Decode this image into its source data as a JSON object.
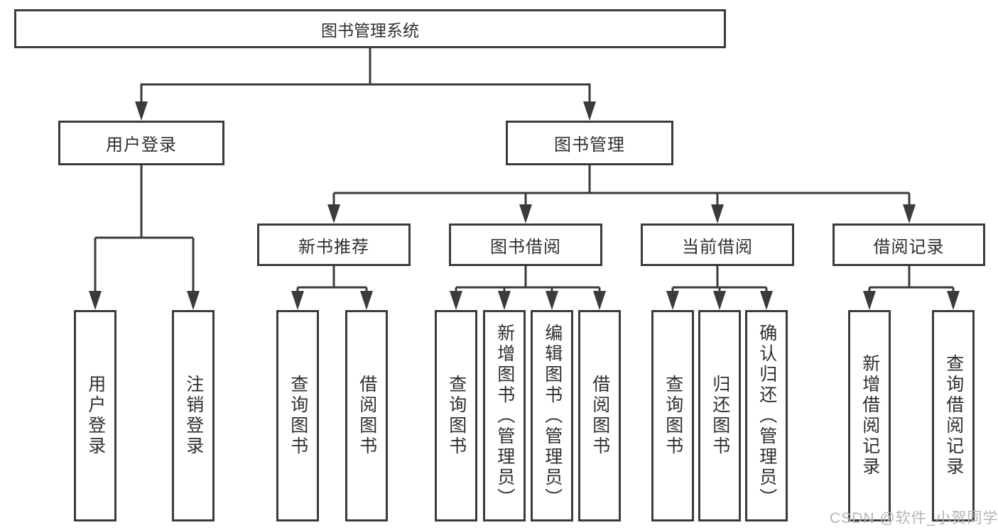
{
  "tree": {
    "root": {
      "label": "图书管理系统",
      "children": [
        {
          "label": "用户登录",
          "children": [
            {
              "label": "用户登录"
            },
            {
              "label": "注销登录"
            }
          ]
        },
        {
          "label": "图书管理",
          "children": [
            {
              "label": "新书推荐",
              "children": [
                {
                  "label": "查询图书"
                },
                {
                  "label": "借阅图书"
                }
              ]
            },
            {
              "label": "图书借阅",
              "children": [
                {
                  "label": "查询图书"
                },
                {
                  "label": "新增图书（管理员）"
                },
                {
                  "label": "编辑图书（管理员）"
                },
                {
                  "label": "借阅图书"
                }
              ]
            },
            {
              "label": "当前借阅",
              "children": [
                {
                  "label": "查询图书"
                },
                {
                  "label": "归还图书"
                },
                {
                  "label": "确认归还（管理员）"
                }
              ]
            },
            {
              "label": "借阅记录",
              "children": [
                {
                  "label": "新增借阅记录"
                },
                {
                  "label": "查询借阅记录"
                }
              ]
            }
          ]
        }
      ]
    }
  },
  "watermark": {
    "text": "CSDN @软件_小贺同学"
  },
  "colors": {
    "line": "#3b3b3b",
    "text": "#2f2f2f",
    "watermark": "#b5b5b5",
    "background": "#ffffff"
  }
}
